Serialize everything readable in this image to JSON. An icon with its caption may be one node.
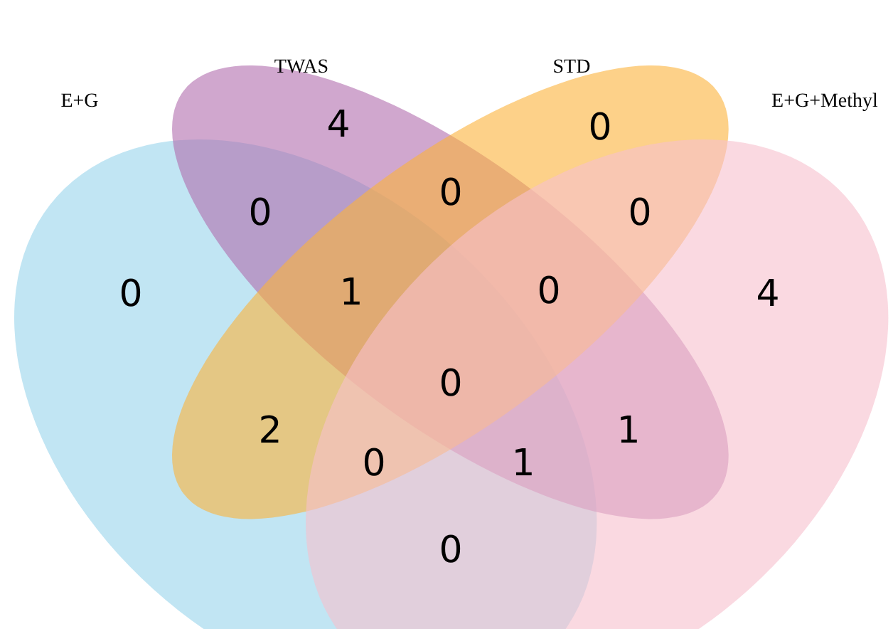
{
  "diagram": {
    "nodes": [
      {
        "text": [
          "E+G"
        ]
      },
      {
        "text": [
          "TWAS"
        ]
      },
      {
        "text": [
          "STD"
        ]
      },
      {
        "text": [
          "E+G+Methyl"
        ]
      }
    ],
    "labels": [
      "4",
      "0",
      "0",
      "0",
      "0",
      "0",
      "1",
      "0",
      "4",
      "0",
      "2",
      "1",
      "0",
      "1",
      "0"
    ]
  }
}
